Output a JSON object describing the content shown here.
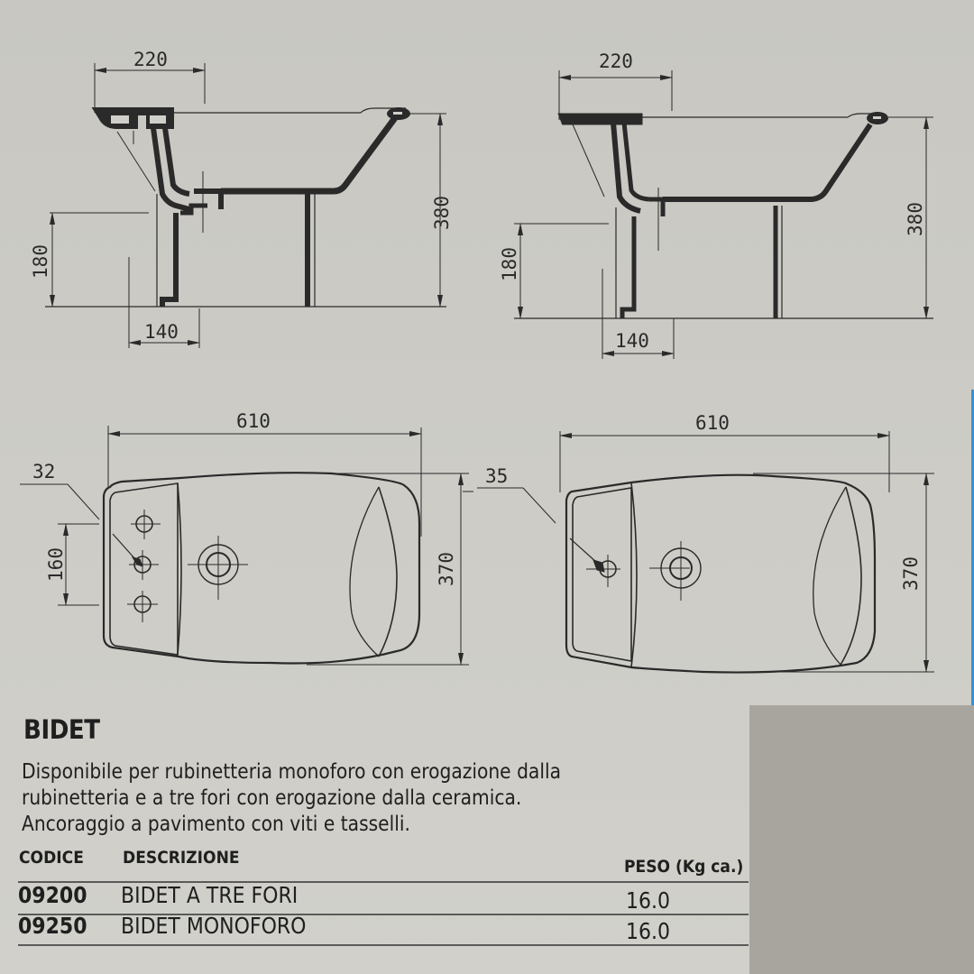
{
  "product": {
    "title": "BIDET",
    "description_lines": [
      "Disponibile per rubinetteria monoforo con erogazione dalla",
      "rubinetteria e a tre fori con erogazione dalla ceramica.",
      "Ancoraggio a pavimento con viti e tasselli."
    ]
  },
  "table": {
    "headers": {
      "code": "CODICE",
      "description": "DESCRIZIONE",
      "weight": "PESO (Kg ca.)"
    },
    "rows": [
      {
        "code": "09200",
        "description": "BIDET A TRE FORI",
        "weight": "16.0"
      },
      {
        "code": "09250",
        "description": "BIDET MONOFORO",
        "weight": "16.0"
      }
    ]
  },
  "drawings": {
    "side_left": {
      "width_top": "220",
      "height_total": "380",
      "drain_height": "180",
      "drain_offset": "140"
    },
    "side_right": {
      "width_top": "220",
      "height_total": "380",
      "drain_height": "180",
      "drain_offset": "140"
    },
    "top_left": {
      "length": "610",
      "width": "370",
      "rim_offset": "32",
      "hole_spacing": "160"
    },
    "top_right": {
      "length": "610",
      "width": "370",
      "rim_offset": "35"
    }
  },
  "colors": {
    "paper": "#cbcac4",
    "ink": "#2a2a2a",
    "shadow": "#a8a59e",
    "edge_blue": "#3a8fd0"
  }
}
